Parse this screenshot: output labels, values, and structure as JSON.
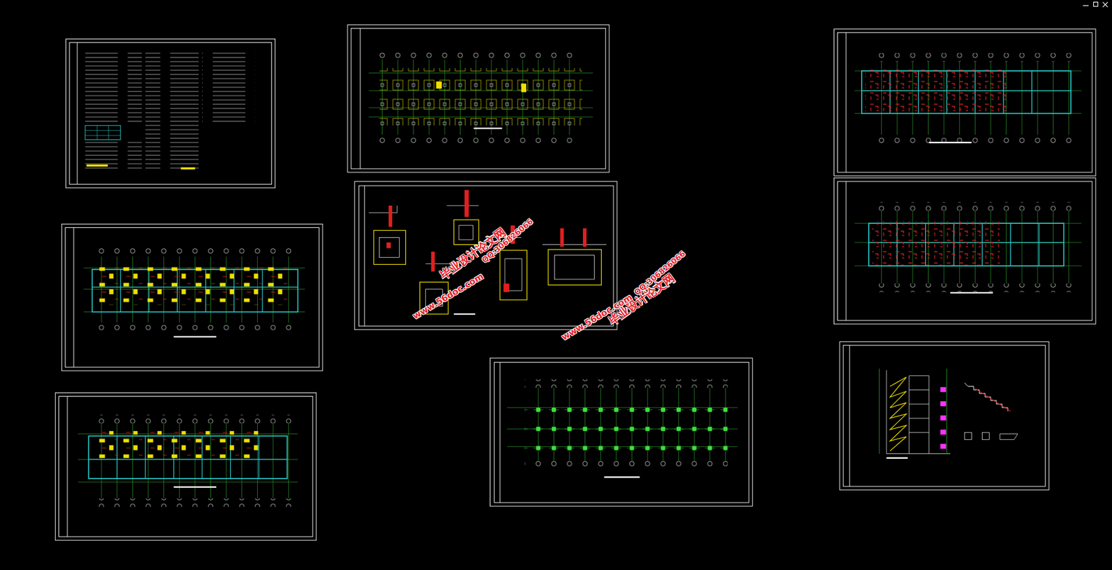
{
  "diagram": {
    "labels": [
      "www.56doc.com",
      "毕业设计论文网",
      "QQ:306826066",
      "www.56doc.com",
      "毕业设计论文网",
      "QQ:306826066"
    ]
  }
}
